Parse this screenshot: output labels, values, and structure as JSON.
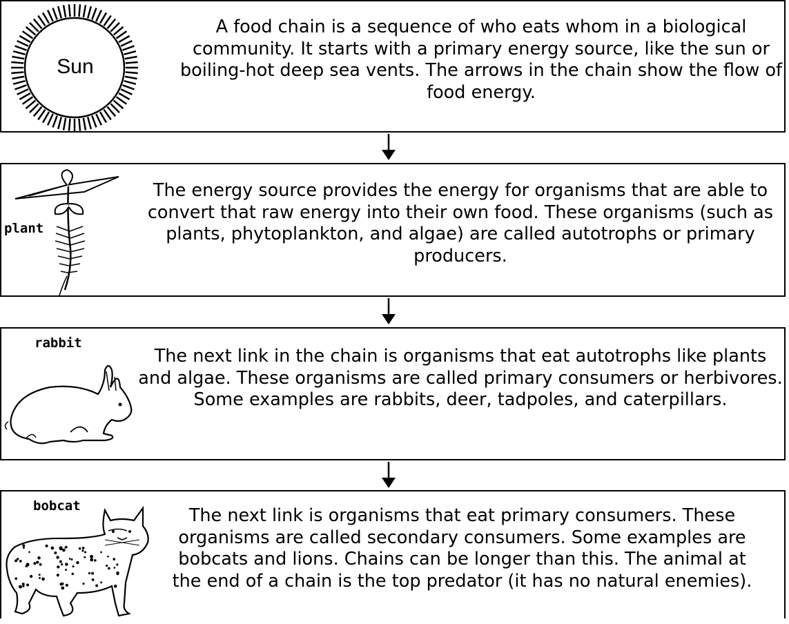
{
  "links": [
    {
      "label": "Sun",
      "text": "A food chain is a sequence of who eats whom in a biological community.  It starts with a primary energy source, like the sun or boiling-hot deep sea vents.  The arrows in the chain show the flow of food energy.",
      "icon": "sun-icon"
    },
    {
      "label": "plant",
      "text": "The energy source provides the energy for organisms that are able to convert that raw energy into their own food.  These organisms (such as plants, phytoplankton, and algae) are called autotrophs or primary producers.",
      "icon": "plant-icon"
    },
    {
      "label": "rabbit",
      "text": "The next link in the chain is organisms that eat autotrophs like plants and algae.  These organisms are called primary consumers or herbivores.  Some examples are rabbits, deer, tadpoles, and caterpillars.",
      "icon": "rabbit-icon"
    },
    {
      "label": "bobcat",
      "lines": [
        "The next link is organisms that eat primary consumers.  These",
        "organisms are called secondary consumers.  Some examples are",
        "bobcats and lions. Chains can be longer than this.  The animal at",
        "the end of a chain is the top predator (it has no natural enemies)."
      ],
      "icon": "bobcat-icon"
    }
  ],
  "arrows": [
    "down-arrow-icon",
    "down-arrow-icon",
    "down-arrow-icon"
  ]
}
